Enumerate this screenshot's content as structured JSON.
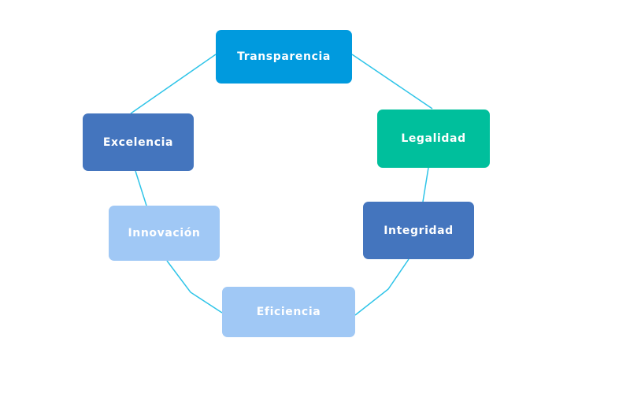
{
  "colors": {
    "connector": "#2ec4e8",
    "blue_bright": "#009ade",
    "teal": "#00bf9c",
    "blue_dark": "#4475be",
    "blue_light": "#a0c8f5"
  },
  "nodes": [
    {
      "id": "transparencia",
      "label": "Transparencia",
      "color": "#009ade"
    },
    {
      "id": "legalidad",
      "label": "Legalidad",
      "color": "#00bf9c"
    },
    {
      "id": "integridad",
      "label": "Integridad",
      "color": "#4475be"
    },
    {
      "id": "eficiencia",
      "label": "Eficiencia",
      "color": "#a0c8f5"
    },
    {
      "id": "innovacion",
      "label": "Innovación",
      "color": "#a0c8f5"
    },
    {
      "id": "excelencia",
      "label": "Excelencia",
      "color": "#4475be"
    }
  ]
}
